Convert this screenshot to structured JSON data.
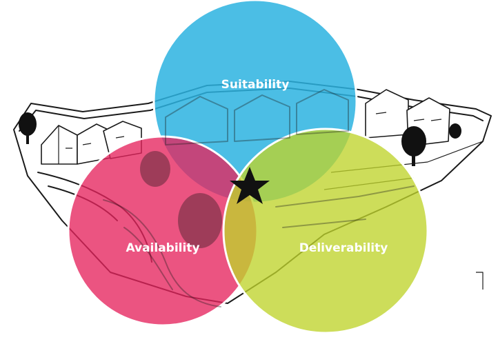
{
  "diagram": {
    "circles": [
      {
        "id": "suitability",
        "label": "Suitability",
        "color": "#2bb3e0"
      },
      {
        "id": "availability",
        "label": "Availability",
        "color": "#e6245e"
      },
      {
        "id": "deliverability",
        "label": "Deliverability",
        "color": "#bfd42c"
      }
    ],
    "center_marker": "star-icon",
    "background": "hand-drawn housing site sketch"
  }
}
